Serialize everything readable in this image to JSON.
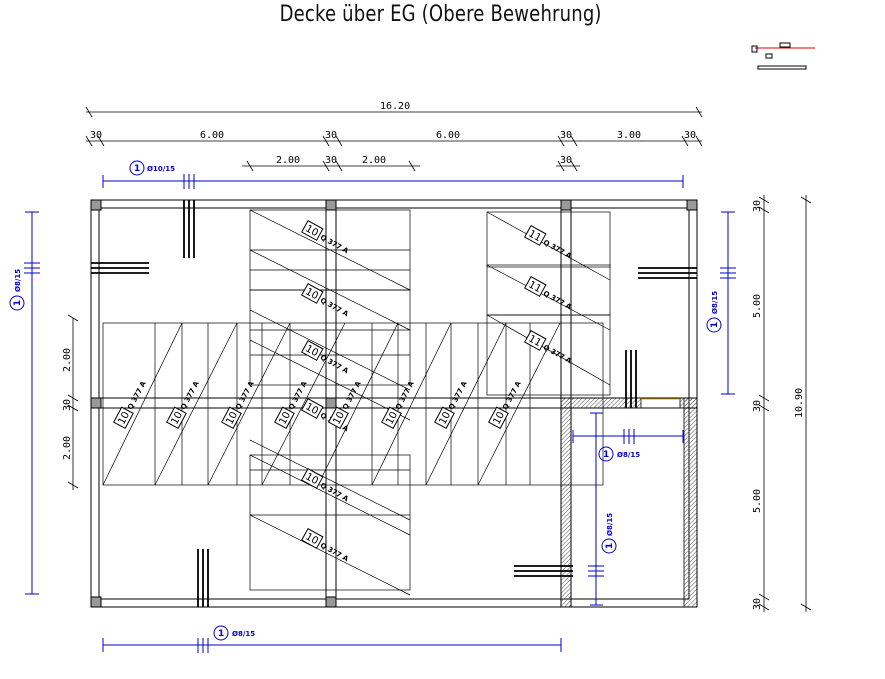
{
  "title": "Decke über EG (Obere Bewehrung)",
  "dimensions": {
    "overall_width": "16.20",
    "overall_height": "10.90",
    "wall": "30",
    "bay_left": "6.00",
    "bay_mid": "6.00",
    "bay_right": "3.00",
    "sub_span": "2.00",
    "right_upper": "5.00",
    "right_lower": "5.00"
  },
  "mats": {
    "mark_a": "10",
    "mark_b": "11",
    "type": "Q 377 A"
  },
  "reinforcement_labels": {
    "top": "1",
    "top_spec": "Ø10/15",
    "left_vertical": "1",
    "left_spec": "Ø8/15",
    "right_vertical": "1",
    "right_spec": "Ø8/15",
    "stair_horizontal": "1",
    "stair_h_spec": "Ø8/15",
    "stair_vertical": "1",
    "stair_v_spec": "Ø8/15",
    "bottom": "1",
    "bottom_spec": "Ø8/15"
  },
  "colors": {
    "lines": "#000000",
    "reinforcement": "#0000cc",
    "accent": "#e00000",
    "hatch": "#555555"
  }
}
